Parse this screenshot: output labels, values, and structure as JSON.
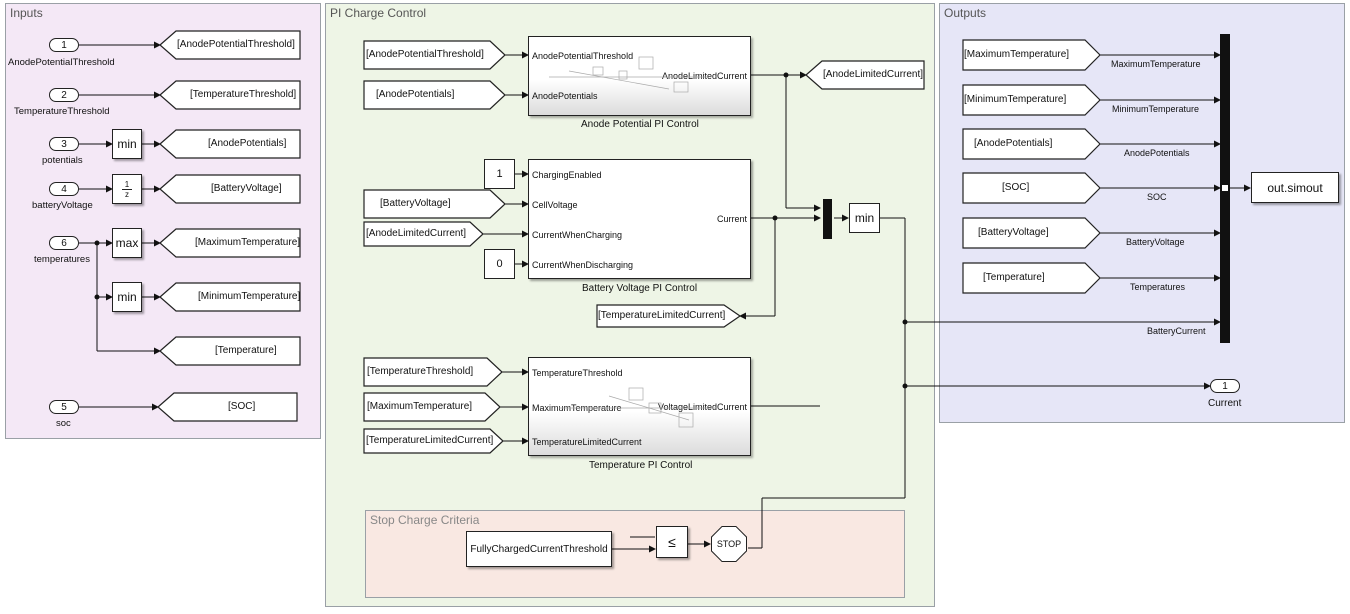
{
  "areas": {
    "inputs": "Inputs",
    "pi": "PI Charge Control",
    "outputs": "Outputs",
    "stop": "Stop Charge Criteria"
  },
  "inports": [
    {
      "num": "1",
      "name": "AnodePotentialThreshold"
    },
    {
      "num": "2",
      "name": "TemperatureThreshold"
    },
    {
      "num": "3",
      "name": "potentials"
    },
    {
      "num": "4",
      "name": "batteryVoltage"
    },
    {
      "num": "6",
      "name": "temperatures"
    },
    {
      "num": "5",
      "name": "soc"
    }
  ],
  "ops": {
    "min": "min",
    "max": "max",
    "integrator_num": "1",
    "integrator_den": "z",
    "le": "≤",
    "stop": "STOP"
  },
  "gotos_inputs": [
    "[AnodePotentialThreshold]",
    "[TemperatureThreshold]",
    "[AnodePotentials]",
    "[BatteryVoltage]",
    "[MaximumTemperature]",
    "[MinimumTemperature]",
    "[Temperature]",
    "[SOC]"
  ],
  "anode_block": {
    "from1": "[AnodePotentialThreshold]",
    "from2": "[AnodePotentials]",
    "in1": "AnodePotentialThreshold",
    "in2": "AnodePotentials",
    "out": "AnodeLimitedCurrent",
    "title": "Anode Potential PI Control",
    "goto": "[AnodeLimitedCurrent]"
  },
  "battery_block": {
    "const1": "1",
    "const0": "0",
    "from1": "[BatteryVoltage]",
    "from2": "[AnodeLimitedCurrent]",
    "in1": "ChargingEnabled",
    "in2": "CellVoltage",
    "in3": "CurrentWhenCharging",
    "in4": "CurrentWhenDischarging",
    "out": "Current",
    "title": "Battery Voltage PI Control",
    "from_temp_limited": "[TemperatureLimitedCurrent]"
  },
  "temp_block": {
    "from1": "[TemperatureThreshold]",
    "from2": "[MaximumTemperature]",
    "from3": "[TemperatureLimitedCurrent]",
    "in1": "TemperatureThreshold",
    "in2": "MaximumTemperature",
    "in3": "TemperatureLimitedCurrent",
    "out": "VoltageLimitedCurrent",
    "title": "Temperature PI Control"
  },
  "stop_block": {
    "threshold": "FullyChargedCurrentThreshold"
  },
  "outputs": {
    "froms": [
      "[MaximumTemperature]",
      "[MinimumTemperature]",
      "[AnodePotentials]",
      "[SOC]",
      "[BatteryVoltage]",
      "[Temperature]"
    ],
    "signals": [
      "MaximumTemperature",
      "MinimumTemperature",
      "AnodePotentials",
      "SOC",
      "BatteryVoltage",
      "Temperatures",
      "BatteryCurrent"
    ],
    "simout": "out.simout",
    "outport_num": "1",
    "outport_name": "Current"
  }
}
